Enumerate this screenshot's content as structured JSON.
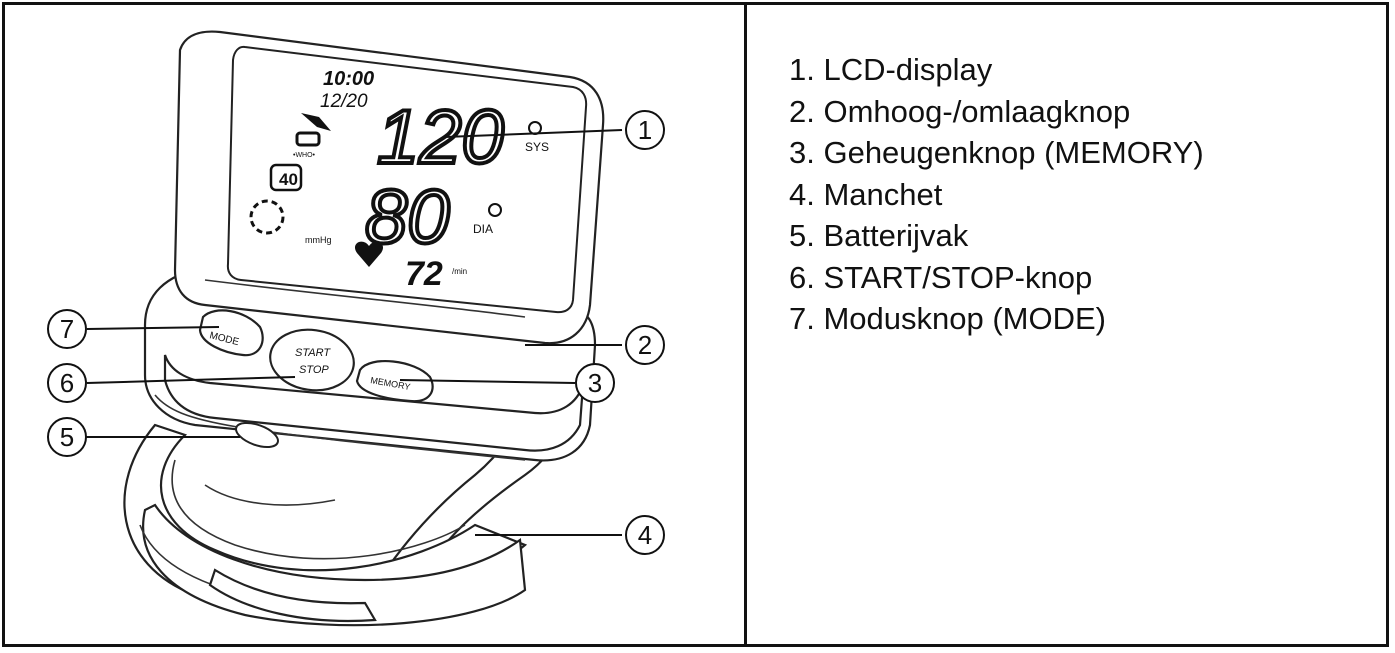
{
  "callouts": [
    {
      "number": "1",
      "label": "LCD-display"
    },
    {
      "number": "2",
      "label": "Omhoog-/omlaagknop"
    },
    {
      "number": "3",
      "label": "Geheugenknop (MEMORY)"
    },
    {
      "number": "4",
      "label": "Manchet"
    },
    {
      "number": "5",
      "label": "Batterijvak"
    },
    {
      "number": "6",
      "label": "START/STOP-knop"
    },
    {
      "number": "7",
      "label": "Modusknop (MODE)"
    }
  ],
  "legend": [
    "1. LCD-display",
    "2. Omhoog-/omlaagknop",
    "3. Geheugenknop (MEMORY)",
    "4. Manchet",
    "5. Batterijvak",
    "6. START/STOP-knop",
    "7. Modusknop (MODE)"
  ],
  "device": {
    "lcd": {
      "time": "10:00",
      "date": "12/20",
      "systolic": "120",
      "systolic_unit": "SYS",
      "diastolic": "80",
      "diastolic_unit": "DIA",
      "pulse": "72",
      "pulse_unit": "/min",
      "pressure_unit": "mmHg",
      "memory_count": "40"
    },
    "buttons": {
      "mode": "MODE",
      "start_line1": "START",
      "start_line2": "STOP",
      "memory": "MEMORY"
    }
  }
}
